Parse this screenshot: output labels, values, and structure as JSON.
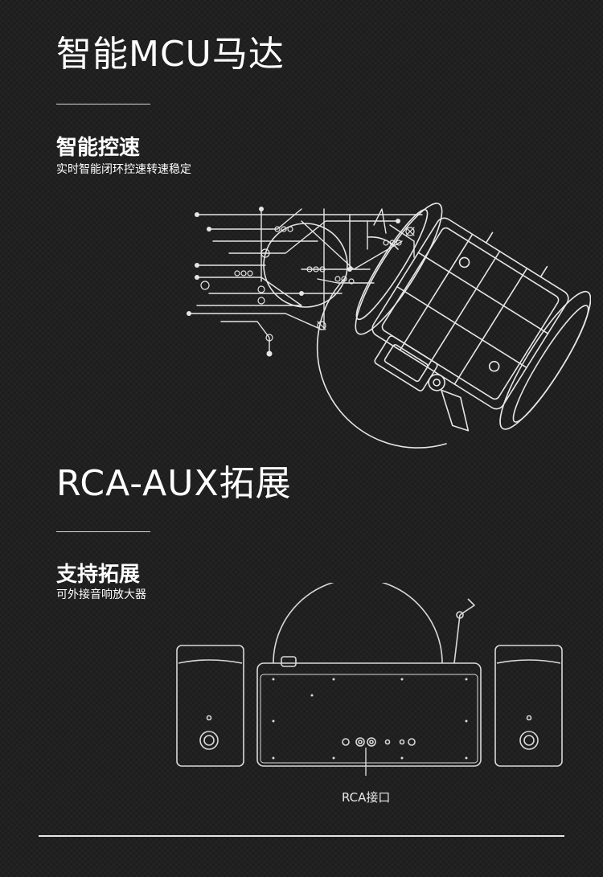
{
  "sections": [
    {
      "title": "智能MCU马达",
      "subtitle": "智能控速",
      "description": "实时智能闭环控速转速稳定"
    },
    {
      "title": "RCA-AUX拓展",
      "subtitle": "支持拓展",
      "description": "可外接音响放大器"
    }
  ],
  "callout": {
    "rca_label": "RCA接口"
  },
  "colors": {
    "background": "#1d1d1d",
    "text": "#ffffff",
    "line": "#e6e6e6"
  }
}
